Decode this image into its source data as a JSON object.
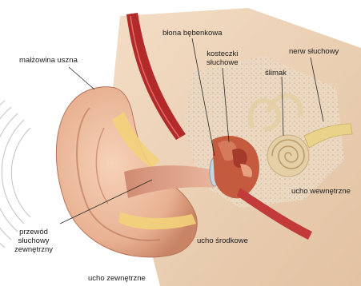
{
  "labels": {
    "malzowina": "małżowina uszna",
    "blona": "błona bębenkowa",
    "kosteczki_1": "kosteczki",
    "kosteczki_2": "słuchowe",
    "nerw": "nerw słuchowy",
    "slimak": "ślimak",
    "ucho_wewnetrzne": "ucho wewnętrzne",
    "ucho_srodkowe": "ucho środkowe",
    "przewod_1": "przewód",
    "przewod_2": "słuchowy",
    "przewod_3": "zewnętrzny",
    "ucho_zewnetrzne": "ucho zewnętrzne"
  },
  "colors": {
    "background": "#ffffff",
    "skin": "#e9b89a",
    "skin_dark": "#c98466",
    "cartilage": "#f2d27a",
    "bone": "#e6d2b8",
    "blood": "#b32a2a",
    "ossicle": "#a43a2a",
    "cochlea": "#e4cfa6",
    "nerve": "#e9d28a",
    "tube": "#c23a3a",
    "wave": "#b8b8b8",
    "label": "#1a1a1a"
  }
}
